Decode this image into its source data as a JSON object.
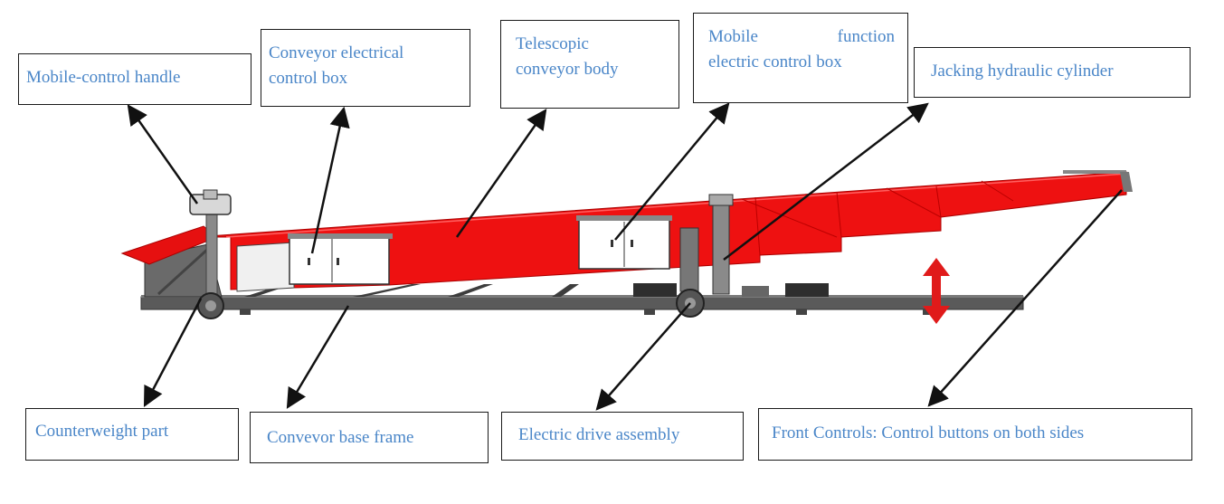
{
  "labels": {
    "mobile_control_handle": "Mobile-control handle",
    "conveyor_control_box_line1": "Conveyor electrical",
    "conveyor_control_box_line2": "control box",
    "telescopic_body_line1": "Telescopic",
    "telescopic_body_line2": "conveyor body",
    "mobile_box_word1": "Mobile",
    "mobile_box_word2": "function",
    "mobile_box_line2": "electric control box",
    "jacking_cylinder": "Jacking hydraulic cylinder",
    "counterweight": "Counterweight part",
    "base_frame": "Convevor base frame",
    "drive_assembly": "Electric drive assembly",
    "front_controls": "Front Controls: Control buttons on both sides"
  },
  "colors": {
    "conveyor_body": "#ee1111",
    "frame": "#5a5a5a",
    "label_text": "#4a86c8",
    "arrow": "#111111",
    "lift_arrow": "#e01a1a"
  }
}
